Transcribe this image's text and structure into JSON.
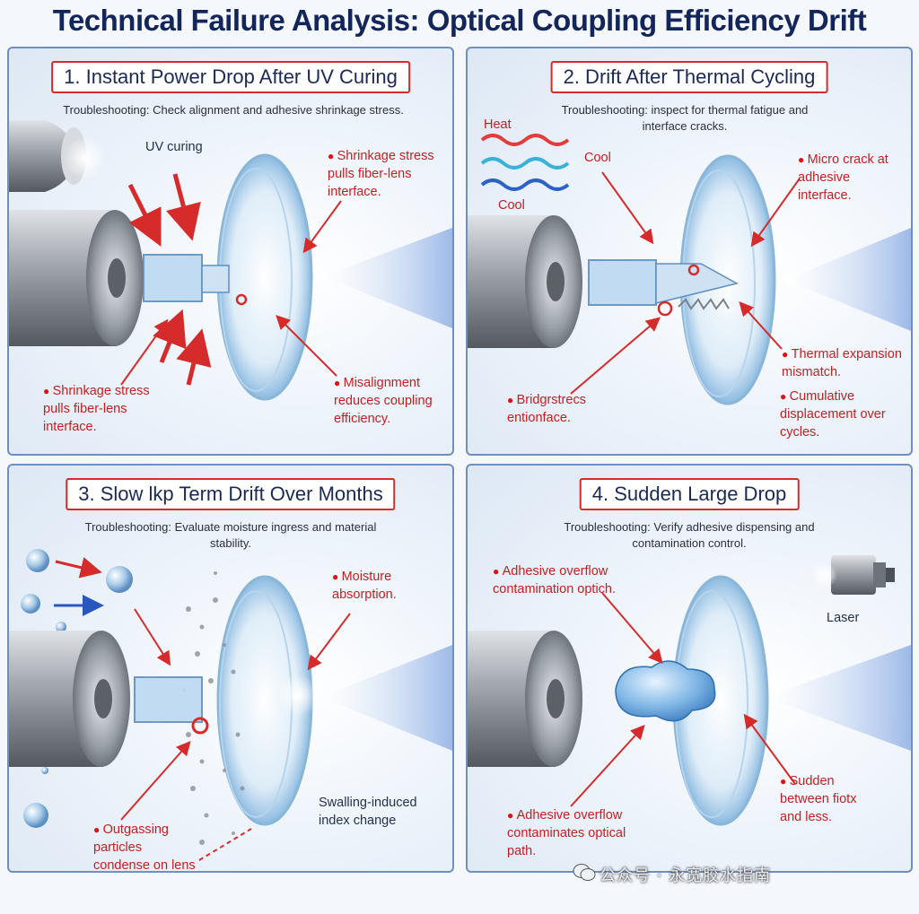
{
  "title": "Technical Failure Analysis: Optical Coupling Efficiency Drift",
  "panels": [
    {
      "title": "1. Instant Power Drop After UV Curing",
      "troubleshooting": "Troubleshooting: Check alignment and adhesive shrinkage stress.",
      "callouts": {
        "uv": "UV curing",
        "shrink_right": "Shrinkage stress pulls fiber-lens interface.",
        "shrink_left": "Shrinkage stress pulls fiber-lens interface.",
        "misalign": "Misalignment reduces coupling efficiency."
      }
    },
    {
      "title": "2. Drift After Thermal Cycling",
      "troubleshooting": "Troubleshooting: inspect for thermal fatigue and interface cracks.",
      "callouts": {
        "heat": "Heat",
        "cool_left": "Cool",
        "cool_top": "Cool",
        "micro": "Micro crack at adhesive interface.",
        "thermal": "Thermal expansion mismatch.",
        "cumulative": "Cumulative displacement over cycles.",
        "bridge": "Bridgrstrecs entionface."
      }
    },
    {
      "title": "3. Slow lkp Term Drift Over Months",
      "troubleshooting": "Troubleshooting: Evaluate moisture ingress and material stability.",
      "callouts": {
        "moisture": "Moisture absorption.",
        "swelling": "Swalling-induced index change",
        "outgassing": "Outgassing particles condense on lens surface."
      }
    },
    {
      "title": "4. Sudden Large Drop",
      "troubleshooting": "Troubleshooting: Verify adhesive dispensing and contamination control.",
      "callouts": {
        "overflow_top": "Adhesive overflow contamination optich.",
        "laser": "Laser",
        "overflow_bottom": "Adhesive overflow contaminates optical path.",
        "sudden": "Sudden between fiotx and less."
      }
    }
  ],
  "watermark": "公众号 · 永宽胶水指南",
  "colors": {
    "accent": "#d62b2b",
    "title": "#13265c",
    "border": "#6f8fc2"
  }
}
